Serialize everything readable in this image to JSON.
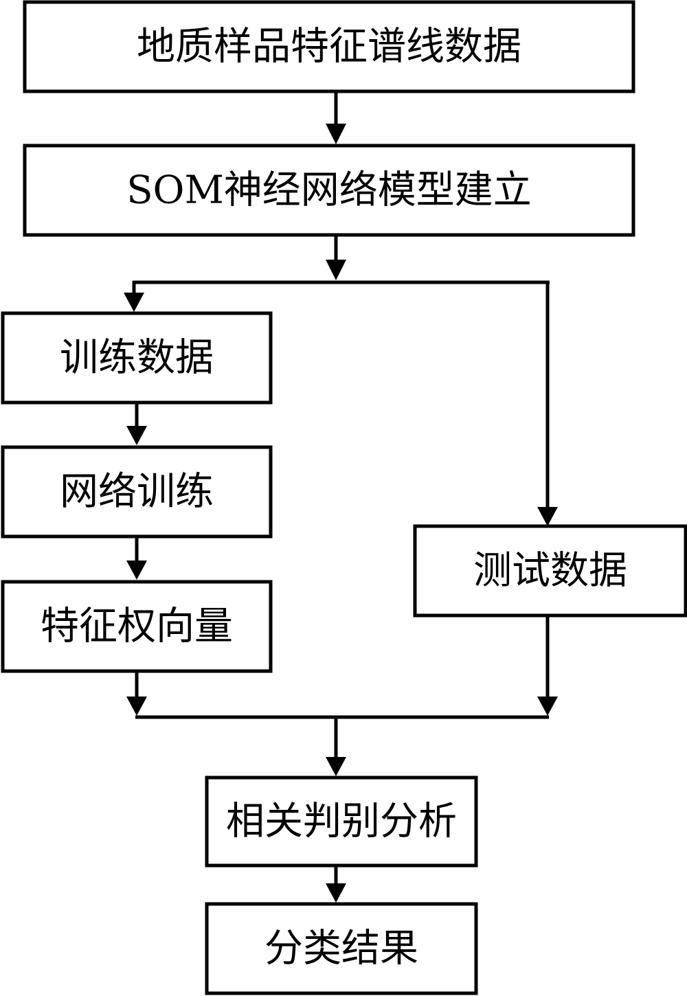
{
  "diagram": {
    "nodes": {
      "spectral_data": "地质样品特征谱线数据",
      "som_model": "SOM神经网络模型建立",
      "training_data": "训练数据",
      "network_training": "网络训练",
      "feature_weights": "特征权向量",
      "test_data": "测试数据",
      "correlation_analysis": "相关判别分析",
      "classification_result": "分类结果"
    },
    "colors": {
      "stroke": "#000000",
      "background": "#ffffff",
      "text": "#000000"
    }
  }
}
